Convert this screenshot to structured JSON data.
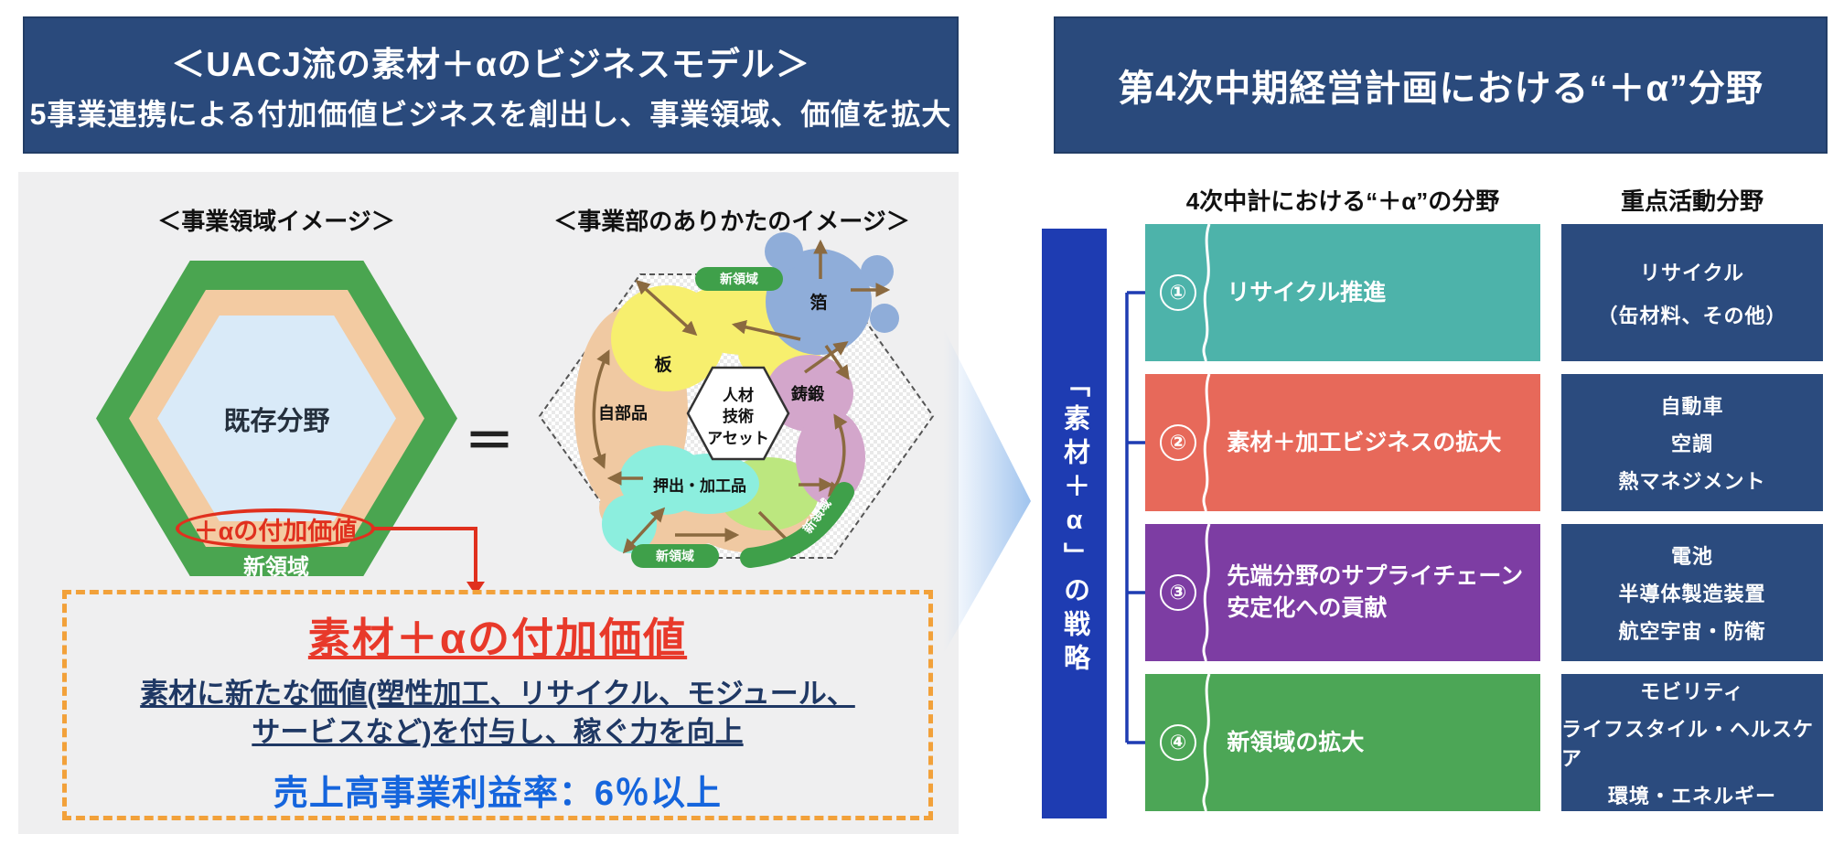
{
  "left_header": {
    "line1": "＜UACJ流の素材＋αのビジネスモデル＞",
    "line2": "5事業連携による付加価値ビジネスを創出し、事業領域、価値を拡大"
  },
  "right_header": {
    "title": "第4次中期経営計画における“＋α”分野"
  },
  "left_panel": {
    "diagram1_title": "＜事業領域イメージ＞",
    "diagram2_title": "＜事業部のありかたのイメージ＞",
    "equals": "＝",
    "hexagon": {
      "center_label": "既存分野",
      "ellipse_label": "＋αの付加価値",
      "bottom_label": "新領域"
    },
    "org_diagram": {
      "center_lines": [
        "人材",
        "技術",
        "アセット"
      ],
      "units": {
        "sheet": "板",
        "foil": "箔",
        "auto_parts": "自部品",
        "cast_forge": "鋳鍛",
        "extrusion": "押出・加工品"
      },
      "new_domain": "新領域"
    },
    "callout": {
      "title": "素材＋αの付加価値",
      "desc_line1": "素材に新たな価値(塑性加工、リサイクル、モジュール、",
      "desc_line2": "サービスなど)を付与し、稼ぐ力を向上",
      "kpi": "売上高事業利益率：6％以上"
    }
  },
  "right_panel": {
    "col1_header": "4次中計における“＋α”の分野",
    "col2_header": "重点活動分野",
    "strategy_bar": "「素材＋α」の戦略",
    "rows": [
      {
        "num": "①",
        "label": "リサイクル推進",
        "color": "#4db3aa",
        "focus": [
          "リサイクル",
          "（缶材料、その他）"
        ]
      },
      {
        "num": "②",
        "label": "素材＋加工ビジネスの拡大",
        "color": "#e7695a",
        "focus": [
          "自動車",
          "空調",
          "熱マネジメント"
        ]
      },
      {
        "num": "③",
        "label": "先端分野のサプライチェーン安定化への貢献",
        "color": "#7d3da3",
        "focus": [
          "電池",
          "半導体製造装置",
          "航空宇宙・防衛"
        ]
      },
      {
        "num": "④",
        "label": "新領域の拡大",
        "color": "#4ca656",
        "focus": [
          "モビリティ",
          "ライフスタイル・ヘルスケア",
          "環境・エネルギー"
        ]
      }
    ]
  },
  "colors": {
    "header_navy": "#2a4a7c",
    "focus_navy": "#2b4b7e",
    "strategy_blue": "#1e3cb2",
    "panel_gray": "#efeff0",
    "accent_orange": "#f2a13a",
    "accent_red": "#e0301e",
    "kpi_blue": "#1565dd",
    "hex_green": "#4aa550",
    "hex_peach": "#f3cba2",
    "hex_lightblue": "#d9eaf8"
  }
}
